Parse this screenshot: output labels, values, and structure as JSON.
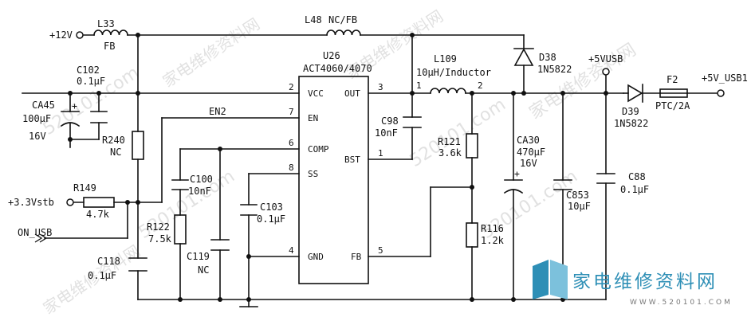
{
  "nets": {
    "v12": "+12V",
    "v33stb": "+3.3Vstb",
    "on_usb": "ON_USB",
    "en2": "EN2",
    "v5vusb": "+5VUSB",
    "v5_usb1": "+5V_USB1"
  },
  "ic": {
    "ref": "U26",
    "part": "ACT4060/4070",
    "pins": {
      "vcc": {
        "num": "2",
        "name": "VCC"
      },
      "en": {
        "num": "7",
        "name": "EN"
      },
      "comp": {
        "num": "6",
        "name": "COMP"
      },
      "ss": {
        "num": "8",
        "name": "SS"
      },
      "gnd": {
        "num": "4",
        "name": "GND"
      },
      "out": {
        "num": "3",
        "name": "OUT"
      },
      "bst": {
        "num": "1",
        "name": "BST"
      },
      "fb": {
        "num": "5",
        "name": "FB"
      }
    }
  },
  "components": {
    "L33": {
      "ref": "L33",
      "value": "FB"
    },
    "L48": {
      "ref": "L48",
      "value": "NC/FB"
    },
    "C102": {
      "ref": "C102",
      "value": "0.1μF"
    },
    "CA45": {
      "ref": "CA45",
      "value": "100μF",
      "voltage": "16V"
    },
    "R240": {
      "ref": "R240",
      "value": "NC"
    },
    "R149": {
      "ref": "R149",
      "value": "4.7k"
    },
    "C118": {
      "ref": "C118",
      "value": "0.1μF"
    },
    "C100": {
      "ref": "C100",
      "value": "10nF"
    },
    "R122": {
      "ref": "R122",
      "value": "7.5k"
    },
    "C119": {
      "ref": "C119",
      "value": "NC"
    },
    "C103": {
      "ref": "C103",
      "value": "0.1μF"
    },
    "C98": {
      "ref": "C98",
      "value": "10nF"
    },
    "L109": {
      "ref": "L109",
      "value": "10μH/Inductor",
      "pin1": "1",
      "pin2": "2"
    },
    "D38": {
      "ref": "D38",
      "value": "1N5822"
    },
    "R121": {
      "ref": "R121",
      "value": "3.6k"
    },
    "R116": {
      "ref": "R116",
      "value": "1.2k"
    },
    "CA30": {
      "ref": "CA30",
      "value": "470μF",
      "voltage": "16V"
    },
    "C853": {
      "ref": "C853",
      "value": "10μF"
    },
    "D39": {
      "ref": "D39",
      "value": "1N5822"
    },
    "F2": {
      "ref": "F2",
      "value": "PTC/2A"
    },
    "C88": {
      "ref": "C88",
      "value": "0.1μF"
    }
  },
  "watermark": {
    "brand": "家电维修资料网",
    "site": "520101.com",
    "logo_text": "家电维修资料网",
    "logo_url": "WWW.520101.COM"
  }
}
